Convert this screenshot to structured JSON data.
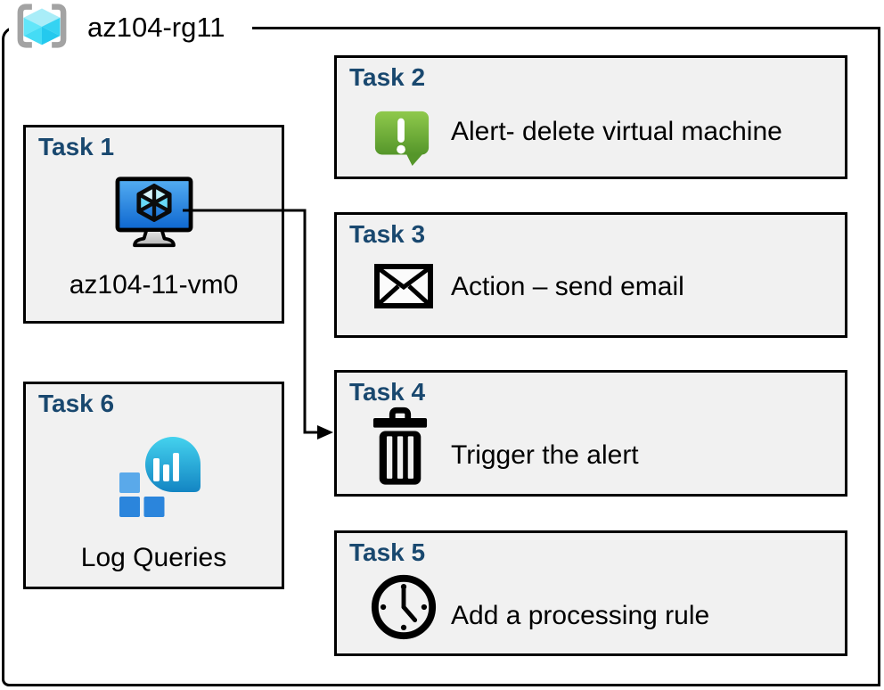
{
  "group": {
    "title": "az104-rg11",
    "icon": "resource-group-icon"
  },
  "tasks": [
    {
      "header": "Task 1",
      "label": "az104-11-vm0",
      "icon": "virtual-machine-icon"
    },
    {
      "header": "Task 2",
      "label": "Alert- delete virtual machine",
      "icon": "alert-icon"
    },
    {
      "header": "Task 3",
      "label": "Action – send email",
      "icon": "email-icon"
    },
    {
      "header": "Task 4",
      "label": "Trigger the alert",
      "icon": "trash-icon"
    },
    {
      "header": "Task 5",
      "label": "Add a processing rule",
      "icon": "clock-icon"
    },
    {
      "header": "Task 6",
      "label": "Log Queries",
      "icon": "log-queries-icon"
    }
  ],
  "connector": {
    "type": "elbow-arrow",
    "from": "task1-virtual-machine",
    "to": "task4"
  },
  "colors": {
    "task_header_blue": "#19486f",
    "box_fill": "#f1f1f1",
    "border_black": "#000000",
    "alert_green": "#6fae33",
    "vm_screen_blue": "#2a8ae0",
    "cube_cyan": "#50e2f7",
    "log_balloon_teal": "#2cb9e2",
    "log_square_blue": "#2b85dc",
    "bracket_gray": "#a3a3a3"
  }
}
